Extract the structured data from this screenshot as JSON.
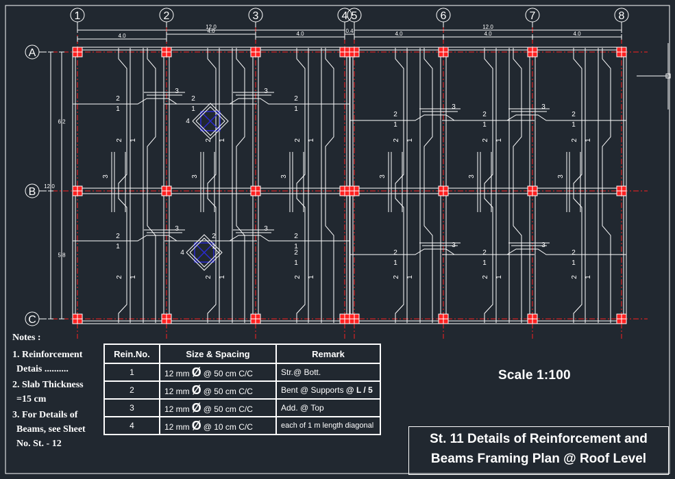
{
  "grid": {
    "columns": [
      "1",
      "2",
      "3",
      "4",
      "5",
      "6",
      "7",
      "8"
    ],
    "rows": [
      "A",
      "B",
      "C"
    ],
    "dimensions": {
      "top_total_left": "12.0",
      "top_total_right": "12.0",
      "bay": "4.0",
      "gap": "0.4",
      "left_total": "12.0",
      "span_ab": "6.2",
      "span_bc": "5.8"
    },
    "bar_marks": [
      "1",
      "2",
      "3",
      "4"
    ]
  },
  "notes": {
    "heading": "Notes :",
    "n1a": "1. Reinforcement",
    "n1b": "Detais ..........",
    "n2a": "2. Slab Thickness",
    "n2b": "=15 cm",
    "n3a": "3. For Details of",
    "n3b": "Beams, see Sheet",
    "n3c": "No. St. - 12"
  },
  "table": {
    "headers": [
      "Rein.No.",
      "Size & Spacing",
      "Remark"
    ],
    "rows": [
      {
        "no": "1",
        "size": "12 mm",
        "spacing": "@ 50 cm C/C",
        "remark": "Str.@ Bott.",
        "remark_extra": ""
      },
      {
        "no": "2",
        "size": "12 mm",
        "spacing": "@ 50 cm C/C",
        "remark": "Bent @ Supports",
        "remark_extra": "@ L / 5"
      },
      {
        "no": "3",
        "size": "12 mm",
        "spacing": "@ 50 cm C/C",
        "remark": "Add. @ Top",
        "remark_extra": ""
      },
      {
        "no": "4",
        "size": "12 mm",
        "spacing": "@ 10 cm C/C",
        "remark": "each of 1 m  length diagonal",
        "remark_extra": ""
      }
    ],
    "diameter_symbol": "Ø"
  },
  "scale": "Scale 1:100",
  "title": {
    "line1": "St. 11 Details of Reinforcement and",
    "line2": "Beams Framing Plan @ Roof Level"
  },
  "colors": {
    "background": "#212830",
    "lines": "#ffffff",
    "axes": "#ff2020",
    "column_fill": "#ff2020",
    "diagonal_box": "#2a2ad0"
  }
}
